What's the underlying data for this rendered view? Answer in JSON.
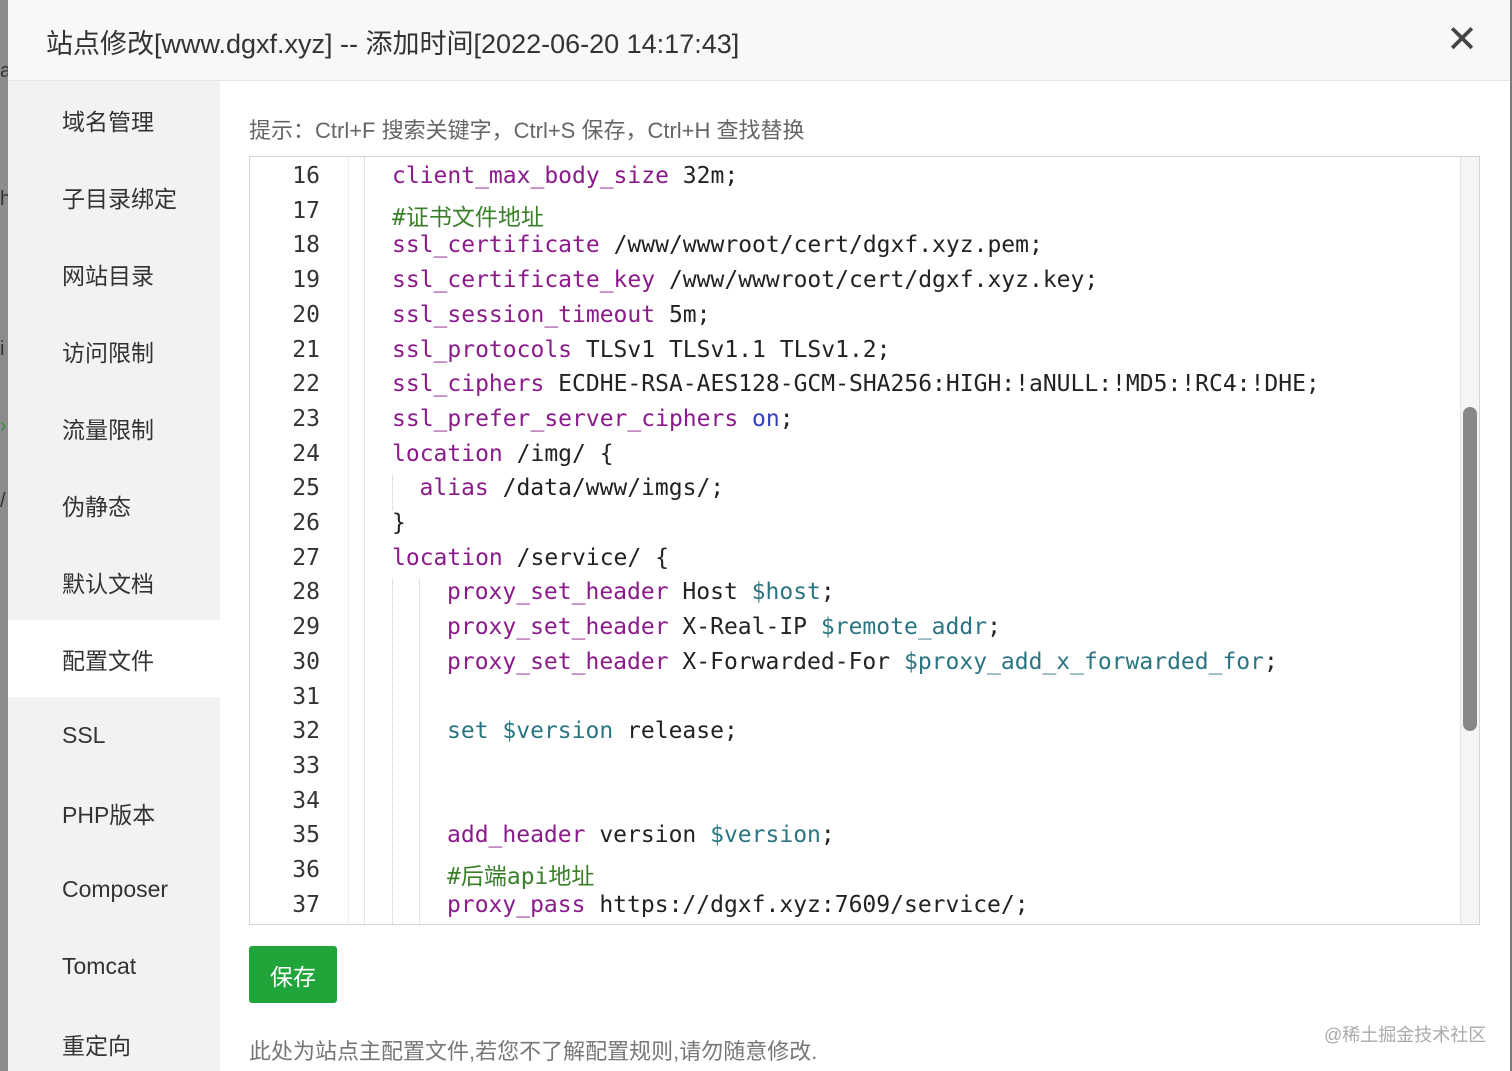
{
  "dialog": {
    "title": "站点修改[www.dgxf.xyz] -- 添加时间[2022-06-20 14:17:43]",
    "close_label": "✕"
  },
  "sidebar": {
    "items": [
      {
        "label": "域名管理"
      },
      {
        "label": "子目录绑定"
      },
      {
        "label": "网站目录"
      },
      {
        "label": "访问限制"
      },
      {
        "label": "流量限制"
      },
      {
        "label": "伪静态"
      },
      {
        "label": "默认文档"
      },
      {
        "label": "配置文件",
        "active": true
      },
      {
        "label": "SSL"
      },
      {
        "label": "PHP版本"
      },
      {
        "label": "Composer"
      },
      {
        "label": "Tomcat"
      },
      {
        "label": "重定向"
      }
    ]
  },
  "main": {
    "hint": "提示：Ctrl+F 搜索关键字，Ctrl+S 保存，Ctrl+H 查找替换",
    "save_label": "保存",
    "note": "此处为站点主配置文件,若您不了解配置规则,请勿随意修改.",
    "watermark": "@稀土掘金技术社区"
  },
  "editor": {
    "lines": [
      {
        "n": "16",
        "indent": 0,
        "tokens": [
          {
            "t": "client_max_body_size",
            "c": "kw"
          },
          {
            "t": " 32m;"
          }
        ]
      },
      {
        "n": "17",
        "indent": 0,
        "tokens": [
          {
            "t": "#证书文件地址",
            "c": "cm"
          }
        ]
      },
      {
        "n": "18",
        "indent": 0,
        "tokens": [
          {
            "t": "ssl_certificate",
            "c": "kw"
          },
          {
            "t": " /www/wwwroot/cert/dgxf.xyz.pem;"
          }
        ]
      },
      {
        "n": "19",
        "indent": 0,
        "tokens": [
          {
            "t": "ssl_certificate_key",
            "c": "kw"
          },
          {
            "t": " /www/wwwroot/cert/dgxf.xyz.key;"
          }
        ]
      },
      {
        "n": "20",
        "indent": 0,
        "tokens": [
          {
            "t": "ssl_session_timeout",
            "c": "kw"
          },
          {
            "t": " 5m;"
          }
        ]
      },
      {
        "n": "21",
        "indent": 0,
        "tokens": [
          {
            "t": "ssl_protocols",
            "c": "kw"
          },
          {
            "t": " TLSv1 TLSv1.1 TLSv1.2;"
          }
        ]
      },
      {
        "n": "22",
        "indent": 0,
        "tokens": [
          {
            "t": "ssl_ciphers",
            "c": "kw"
          },
          {
            "t": " ECDHE-RSA-AES128-GCM-SHA256:HIGH:!aNULL:!MD5:!RC4:!DHE;"
          }
        ]
      },
      {
        "n": "23",
        "indent": 0,
        "tokens": [
          {
            "t": "ssl_prefer_server_ciphers",
            "c": "kw"
          },
          {
            "t": " "
          },
          {
            "t": "on",
            "c": "kwb"
          },
          {
            "t": ";"
          }
        ]
      },
      {
        "n": "24",
        "indent": 0,
        "tokens": [
          {
            "t": "location",
            "c": "kw"
          },
          {
            "t": " /img/ {"
          }
        ]
      },
      {
        "n": "25",
        "indent": 1,
        "tokens": [
          {
            "t": "alias",
            "c": "kw"
          },
          {
            "t": " /data/www/imgs/;"
          }
        ]
      },
      {
        "n": "26",
        "indent": 0,
        "tokens": [
          {
            "t": "}"
          }
        ]
      },
      {
        "n": "27",
        "indent": 0,
        "tokens": [
          {
            "t": "location",
            "c": "kw"
          },
          {
            "t": " /service/ {"
          }
        ]
      },
      {
        "n": "28",
        "indent": 2,
        "tokens": [
          {
            "t": "proxy_set_header",
            "c": "kw"
          },
          {
            "t": " Host "
          },
          {
            "t": "$host",
            "c": "var"
          },
          {
            "t": ";"
          }
        ]
      },
      {
        "n": "29",
        "indent": 2,
        "tokens": [
          {
            "t": "proxy_set_header",
            "c": "kw"
          },
          {
            "t": " X-Real-IP "
          },
          {
            "t": "$remote_addr",
            "c": "var"
          },
          {
            "t": ";"
          }
        ]
      },
      {
        "n": "30",
        "indent": 2,
        "tokens": [
          {
            "t": "proxy_set_header",
            "c": "kw"
          },
          {
            "t": " X-Forwarded-For "
          },
          {
            "t": "$proxy_add_x_forwarded_for",
            "c": "var"
          },
          {
            "t": ";"
          }
        ]
      },
      {
        "n": "31",
        "indent": 2,
        "tokens": []
      },
      {
        "n": "32",
        "indent": 2,
        "tokens": [
          {
            "t": "set",
            "c": "var"
          },
          {
            "t": " "
          },
          {
            "t": "$version",
            "c": "var"
          },
          {
            "t": " release;"
          }
        ]
      },
      {
        "n": "33",
        "indent": 2,
        "tokens": []
      },
      {
        "n": "34",
        "indent": 2,
        "tokens": []
      },
      {
        "n": "35",
        "indent": 2,
        "tokens": [
          {
            "t": "add_header",
            "c": "kw"
          },
          {
            "t": " version "
          },
          {
            "t": "$version",
            "c": "var"
          },
          {
            "t": ";"
          }
        ]
      },
      {
        "n": "36",
        "indent": 2,
        "tokens": [
          {
            "t": "#后端api地址",
            "c": "cm"
          }
        ]
      },
      {
        "n": "37",
        "indent": 2,
        "tokens": [
          {
            "t": "proxy_pass",
            "c": "kw"
          },
          {
            "t": " https://dgxf.xyz:7609/service/;"
          }
        ]
      }
    ]
  },
  "background": {
    "fragments": [
      "a",
      "h",
      "i",
      "›",
      "/"
    ]
  }
}
